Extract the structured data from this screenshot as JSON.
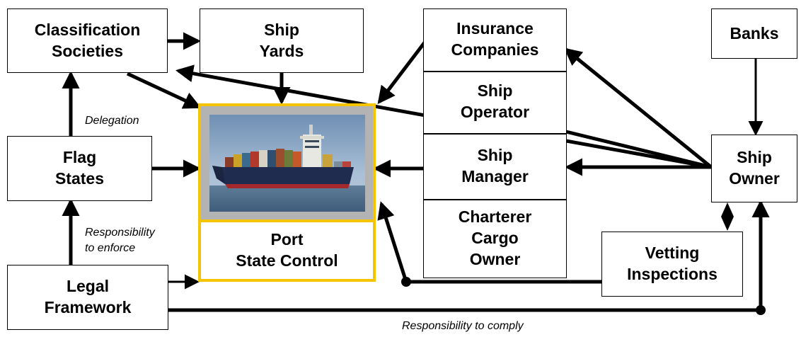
{
  "nodes": {
    "classification_societies": "Classification\nSocieties",
    "ship_yards": "Ship\nYards",
    "insurance_companies": "Insurance\nCompanies",
    "banks": "Banks",
    "ship_operator": "Ship\nOperator",
    "ship_manager": "Ship\nManager",
    "charterer_cargo_owner": "Charterer\nCargo\nOwner",
    "flag_states": "Flag\nStates",
    "port_state_control": "Port\nState Control",
    "ship_owner": "Ship\nOwner",
    "vetting_inspections": "Vetting\nInspections",
    "legal_framework": "Legal\nFramework"
  },
  "labels": {
    "delegation": "Delegation",
    "responsibility_to_enforce": "Responsibility\nto enforce",
    "responsibility_to_comply": "Responsibility to comply"
  },
  "colors": {
    "psc_border": "#f5c400",
    "psc_background": "#b3b3b3",
    "arrow": "#000000"
  }
}
